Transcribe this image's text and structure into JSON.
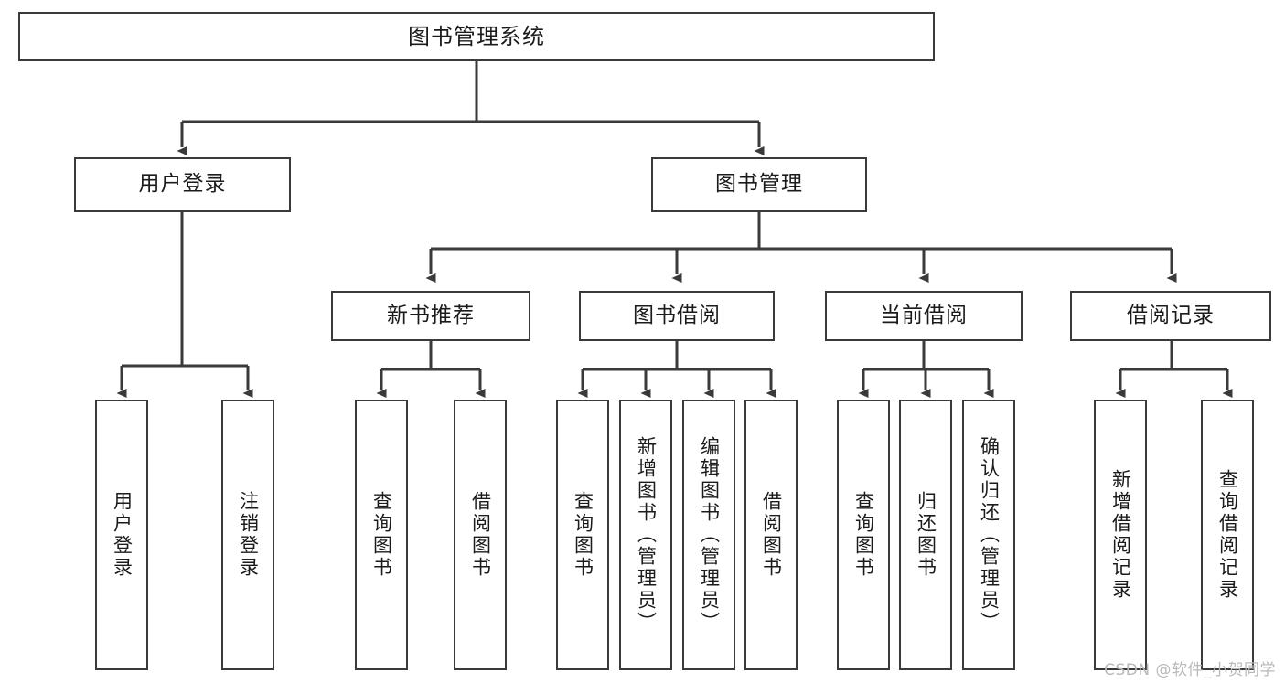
{
  "diagram": {
    "title": "图书管理系统",
    "type": "tree-hierarchy-chart",
    "watermark": "CSDN @软件_小贺同学",
    "colors": {
      "stroke": "#3a3a3a",
      "fill": "#ffffff",
      "text": "#1b1b1b",
      "watermark": "#b9b9b9"
    }
  },
  "nodes": {
    "root": {
      "label": "图书管理系统"
    },
    "level2": [
      {
        "label": "用户登录"
      },
      {
        "label": "图书管理"
      }
    ],
    "level3": [
      {
        "label": "新书推荐"
      },
      {
        "label": "图书借阅"
      },
      {
        "label": "当前借阅"
      },
      {
        "label": "借阅记录"
      }
    ],
    "leaves_user_login": [
      {
        "label": "用户登录"
      },
      {
        "label": "注销登录"
      }
    ],
    "leaves_new_book": [
      {
        "label": "查询图书"
      },
      {
        "label": "借阅图书"
      }
    ],
    "leaves_borrow": [
      {
        "label": "查询图书"
      },
      {
        "label": "新增图书（管理员）"
      },
      {
        "label": "编辑图书（管理员）"
      },
      {
        "label": "借阅图书"
      }
    ],
    "leaves_current": [
      {
        "label": "查询图书"
      },
      {
        "label": "归还图书"
      },
      {
        "label": "确认归还（管理员）"
      }
    ],
    "leaves_record": [
      {
        "label": "新增借阅记录"
      },
      {
        "label": "查询借阅记录"
      }
    ]
  }
}
